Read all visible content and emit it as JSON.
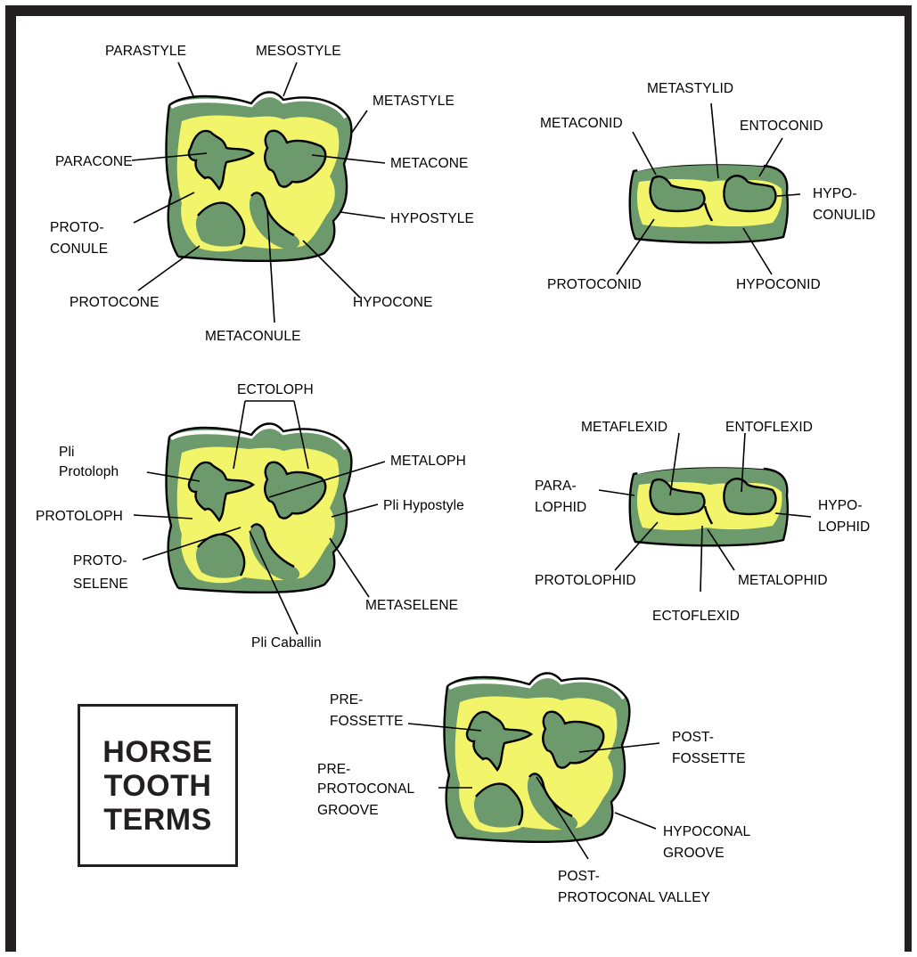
{
  "title": [
    "HORSE",
    "TOOTH",
    "TERMS"
  ],
  "colors": {
    "enamel_green": "#6c9a6c",
    "dentine_yellow": "#f2f46a",
    "frame": "#231f20"
  },
  "upper_molar_cusps": {
    "parastyle": "PARASTYLE",
    "mesostyle": "MESOSTYLE",
    "metastyle": "METASTYLE",
    "paracone": "PARACONE",
    "metacone": "METACONE",
    "protoconule": [
      "PROTO-",
      "CONULE"
    ],
    "hypostyle": "HYPOSTYLE",
    "protocone": "PROTOCONE",
    "hypocone": "HYPOCONE",
    "metaconule": "METACONULE"
  },
  "lower_molar_cusps": {
    "metastylid": "METASTYLID",
    "metaconid": "METACONID",
    "entoconid": "ENTOCONID",
    "hypoconulid": [
      "HYPO-",
      "CONULID"
    ],
    "protoconid": "PROTOCONID",
    "hypoconid": "HYPOCONID"
  },
  "upper_molar_lophs": {
    "ectoloph": "ECTOLOPH",
    "pli_protoloph": [
      "Pli",
      "Protoloph"
    ],
    "metaloph": "METALOPH",
    "protoloph": "PROTOLOPH",
    "pli_hypostyle": "Pli Hypostyle",
    "protoselene": [
      "PROTO-",
      "SELENE"
    ],
    "metaselene": "METASELENE",
    "pli_caballin": "Pli Caballin"
  },
  "lower_molar_lophids": {
    "metaflexid": "METAFLEXID",
    "entoflexid": "ENTOFLEXID",
    "paralophid": [
      "PARA-",
      "LOPHID"
    ],
    "hypolophid": [
      "HYPO-",
      "LOPHID"
    ],
    "protolophid": "PROTOLOPHID",
    "metalophid": "METALOPHID",
    "ectoflexid": "ECTOFLEXID"
  },
  "upper_molar_valleys": {
    "prefossette": [
      "PRE-",
      "FOSSETTE"
    ],
    "postfossette": [
      "POST-",
      "FOSSETTE"
    ],
    "preprotoconal_groove": [
      "PRE-",
      "PROTOCONAL",
      "GROOVE"
    ],
    "hypoconal_groove": [
      "HYPOCONAL",
      "GROOVE"
    ],
    "postprotoconal_valley": [
      "POST-",
      "PROTOCONAL VALLEY"
    ]
  }
}
